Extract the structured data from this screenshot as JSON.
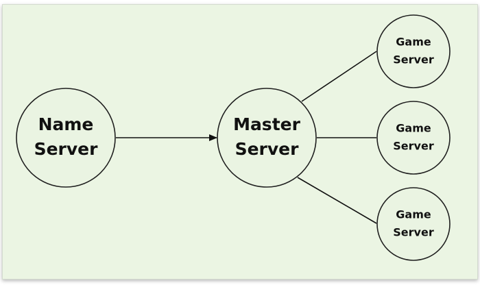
{
  "diagram": {
    "nodes": {
      "name_server": {
        "line1": "Name",
        "line2": "Server"
      },
      "master_server": {
        "line1": "Master",
        "line2": "Server"
      },
      "game_server_1": {
        "line1": "Game",
        "line2": "Server"
      },
      "game_server_2": {
        "line1": "Game",
        "line2": "Server"
      },
      "game_server_3": {
        "line1": "Game",
        "line2": "Server"
      }
    },
    "edges": [
      {
        "from": "Name Server",
        "to": "Master Server",
        "directed": true
      },
      {
        "from": "Master Server",
        "to": "Game Server (top)",
        "directed": false
      },
      {
        "from": "Master Server",
        "to": "Game Server (middle)",
        "directed": false
      },
      {
        "from": "Master Server",
        "to": "Game Server (bottom)",
        "directed": false
      }
    ],
    "colors": {
      "background": "#ebf5e3",
      "stroke": "#1f1f1f",
      "text": "#111111"
    }
  }
}
